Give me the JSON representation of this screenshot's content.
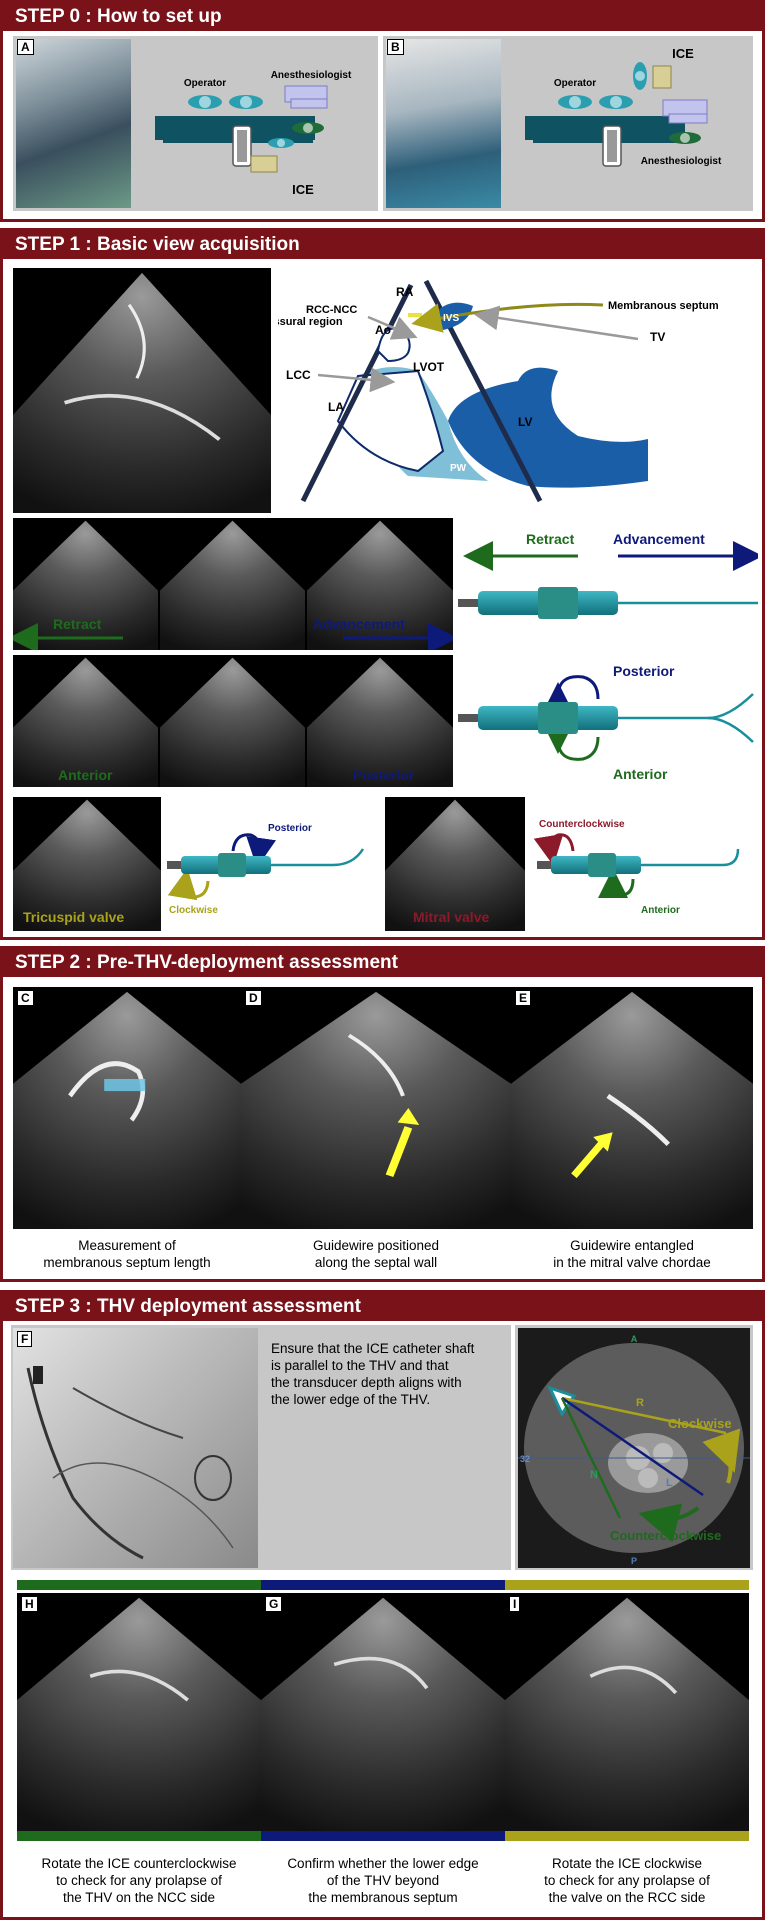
{
  "step0": {
    "title": "STEP 0 : How to set up",
    "panel_a": {
      "label": "A",
      "operator": "Operator",
      "anesthesiologist": "Anesthesiologist",
      "ice": "ICE"
    },
    "panel_b": {
      "label": "B",
      "operator": "Operator",
      "anesthesiologist": "Anesthesiologist",
      "ice": "ICE"
    }
  },
  "step1": {
    "title": "STEP 1 : Basic view acquisition",
    "diagram": {
      "rcc_ncc": "RCC-NCC",
      "commissural": "commissural region",
      "ra": "RA",
      "membranous_septum": "Membranous septum",
      "ao": "Ao",
      "ivs": "IVS",
      "tv": "TV",
      "lcc": "LCC",
      "lvot": "LVOT",
      "la": "LA",
      "lv": "LV",
      "pw": "PW"
    },
    "row2": {
      "retract": "Retract",
      "advancement": "Advancement"
    },
    "row3": {
      "anterior": "Anterior",
      "posterior": "Posterior"
    },
    "row4": {
      "tricuspid": "Tricuspid valve",
      "posterior": "Posterior",
      "clockwise": "Clockwise",
      "mitral": "Mitral valve",
      "counterclockwise": "Counterclockwise",
      "anterior": "Anterior"
    },
    "colors": {
      "retract": "#1e6b1e",
      "advancement": "#0e1a7a",
      "catheter": "#1a8f9c",
      "tricuspid": "#a9a21a",
      "mitral": "#8b1a2a"
    }
  },
  "step2": {
    "title": "STEP 2 : Pre-THV-deployment assessment",
    "panels": [
      {
        "label": "C",
        "caption1": "Measurement of",
        "caption2": "membranous septum length"
      },
      {
        "label": "D",
        "caption1": "Guidewire positioned",
        "caption2": "along the septal wall"
      },
      {
        "label": "E",
        "caption1": "Guidewire entangled",
        "caption2": "in the mitral valve chordae"
      }
    ]
  },
  "step3": {
    "title": "STEP 3 : THV deployment assessment",
    "panel_f": "F",
    "instruction_lines": [
      "Ensure that the ICE catheter shaft",
      "is parallel to the THV and that",
      "the transducer depth aligns with",
      "the lower edge of the THV."
    ],
    "ct": {
      "a": "A",
      "p": "P",
      "r": "R",
      "n": "N",
      "l": "L",
      "clockwise": "Clockwise",
      "counterclockwise": "Counterclockwise",
      "depth": "32"
    },
    "panels": [
      {
        "label": "H",
        "caption": [
          "Rotate the ICE counterclockwise",
          "to check for any prolapse of",
          "the THV on the NCC side"
        ],
        "color": "#1e6b1e"
      },
      {
        "label": "G",
        "caption": [
          "Confirm whether the lower edge",
          "of the THV beyond",
          "the membranous septum"
        ],
        "color": "#0e1a7a"
      },
      {
        "label": "I",
        "caption": [
          "Rotate the ICE clockwise",
          "to check for any prolapse of",
          "the valve on the RCC side"
        ],
        "color": "#a9a21a"
      }
    ]
  }
}
